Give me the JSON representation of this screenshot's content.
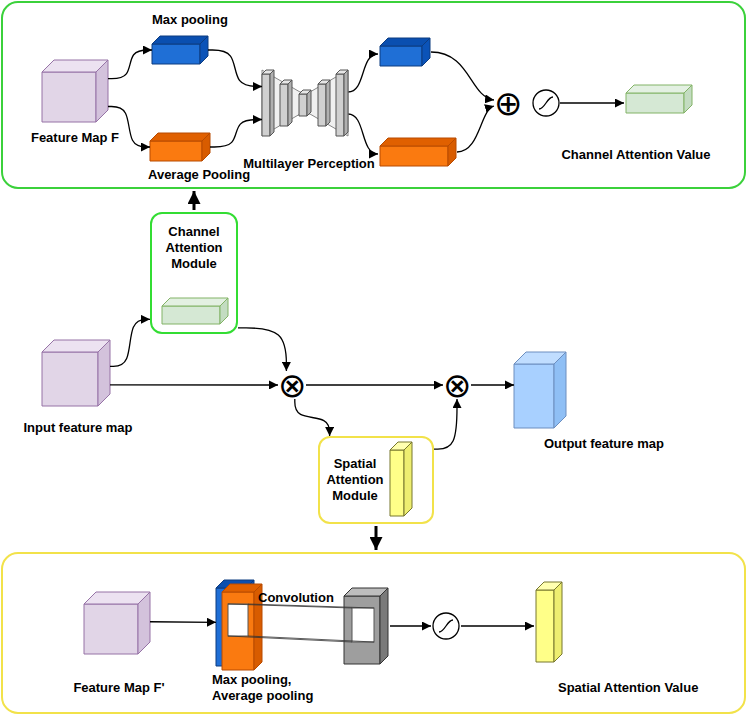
{
  "diagram": {
    "nodes": [
      {
        "text": [
          "Feature Map F"
        ]
      },
      {
        "text": [
          "Max pooling"
        ]
      },
      {
        "text": [
          "Average Pooling"
        ]
      },
      {
        "text": [
          "Multilayer Perception"
        ]
      },
      {
        "text": [
          "⊕"
        ]
      },
      {
        "text": [
          "Channel Attention Value"
        ]
      },
      {
        "text": [
          "Channel Attention Module"
        ]
      },
      {
        "text": [
          "Input feature map"
        ]
      },
      {
        "text": [
          "⊗"
        ]
      },
      {
        "text": [
          "⊗"
        ]
      },
      {
        "text": [
          "Output feature map"
        ]
      },
      {
        "text": [
          "Spatial Attention Module"
        ]
      },
      {
        "text": [
          "Feature Map F'"
        ]
      },
      {
        "text": [
          "Max pooling, Average pooling"
        ]
      },
      {
        "text": [
          "Convolution"
        ]
      },
      {
        "text": [
          "Spatial Attention Value"
        ]
      }
    ],
    "edges": [
      {
        "from": 0,
        "to": 1,
        "arrow": "to"
      },
      {
        "from": 0,
        "to": 2,
        "arrow": "to"
      },
      {
        "from": 1,
        "to": 3,
        "arrow": "to"
      },
      {
        "from": 2,
        "to": 3,
        "arrow": "to"
      },
      {
        "from": 7,
        "to": 6,
        "arrow": "to"
      },
      {
        "from": 6,
        "to": 8,
        "arrow": "to"
      },
      {
        "from": 7,
        "to": 8,
        "arrow": "to"
      },
      {
        "from": 8,
        "to": 9,
        "arrow": "to"
      },
      {
        "from": 8,
        "to": 11,
        "arrow": "to"
      },
      {
        "from": 11,
        "to": 9,
        "arrow": "to"
      },
      {
        "from": 9,
        "to": 10,
        "arrow": "to"
      },
      {
        "from": 12,
        "to": 13,
        "arrow": "to"
      }
    ]
  }
}
